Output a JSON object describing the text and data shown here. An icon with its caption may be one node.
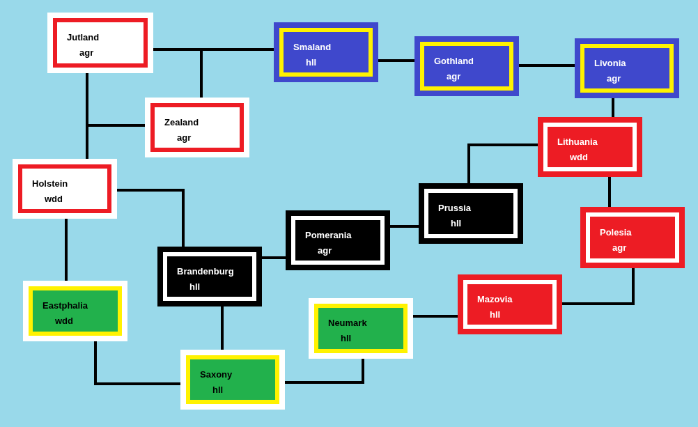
{
  "diagram": {
    "nodes": [
      {
        "text": [
          "Jutland",
          "agr"
        ]
      },
      {
        "text": [
          "Smaland",
          "hll"
        ]
      },
      {
        "text": [
          "Gothland",
          "agr"
        ]
      },
      {
        "text": [
          "Livonia",
          "agr"
        ]
      },
      {
        "text": [
          "Zealand",
          "agr"
        ]
      },
      {
        "text": [
          "Lithuania",
          "wdd"
        ]
      },
      {
        "text": [
          "Holstein",
          "wdd"
        ]
      },
      {
        "text": [
          "Prussia",
          "hll"
        ]
      },
      {
        "text": [
          "Pomerania",
          "agr"
        ]
      },
      {
        "text": [
          "Polesia",
          "agr"
        ]
      },
      {
        "text": [
          "Brandenburg",
          "hll"
        ]
      },
      {
        "text": [
          "Mazovia",
          "hll"
        ]
      },
      {
        "text": [
          "Eastphalia",
          "wdd"
        ]
      },
      {
        "text": [
          "Neumark",
          "hll"
        ]
      },
      {
        "text": [
          "Saxony",
          "hll"
        ]
      }
    ],
    "edges": [
      {
        "from": 0,
        "to": 1,
        "arrow": "none"
      },
      {
        "from": 0,
        "to": 4,
        "arrow": "none"
      },
      {
        "from": 0,
        "to": 6,
        "arrow": "none"
      },
      {
        "from": 6,
        "to": 4,
        "arrow": "none"
      },
      {
        "from": 1,
        "to": 2,
        "arrow": "none"
      },
      {
        "from": 2,
        "to": 3,
        "arrow": "none"
      },
      {
        "from": 3,
        "to": 5,
        "arrow": "none"
      },
      {
        "from": 5,
        "to": 7,
        "arrow": "none"
      },
      {
        "from": 5,
        "to": 9,
        "arrow": "none"
      },
      {
        "from": 7,
        "to": 8,
        "arrow": "none"
      },
      {
        "from": 8,
        "to": 10,
        "arrow": "none"
      },
      {
        "from": 6,
        "to": 10,
        "arrow": "none"
      },
      {
        "from": 6,
        "to": 12,
        "arrow": "none"
      },
      {
        "from": 10,
        "to": 14,
        "arrow": "none"
      },
      {
        "from": 12,
        "to": 14,
        "arrow": "none"
      },
      {
        "from": 14,
        "to": 13,
        "arrow": "none"
      },
      {
        "from": 13,
        "to": 11,
        "arrow": "none"
      },
      {
        "from": 9,
        "to": 11,
        "arrow": "none"
      }
    ]
  }
}
